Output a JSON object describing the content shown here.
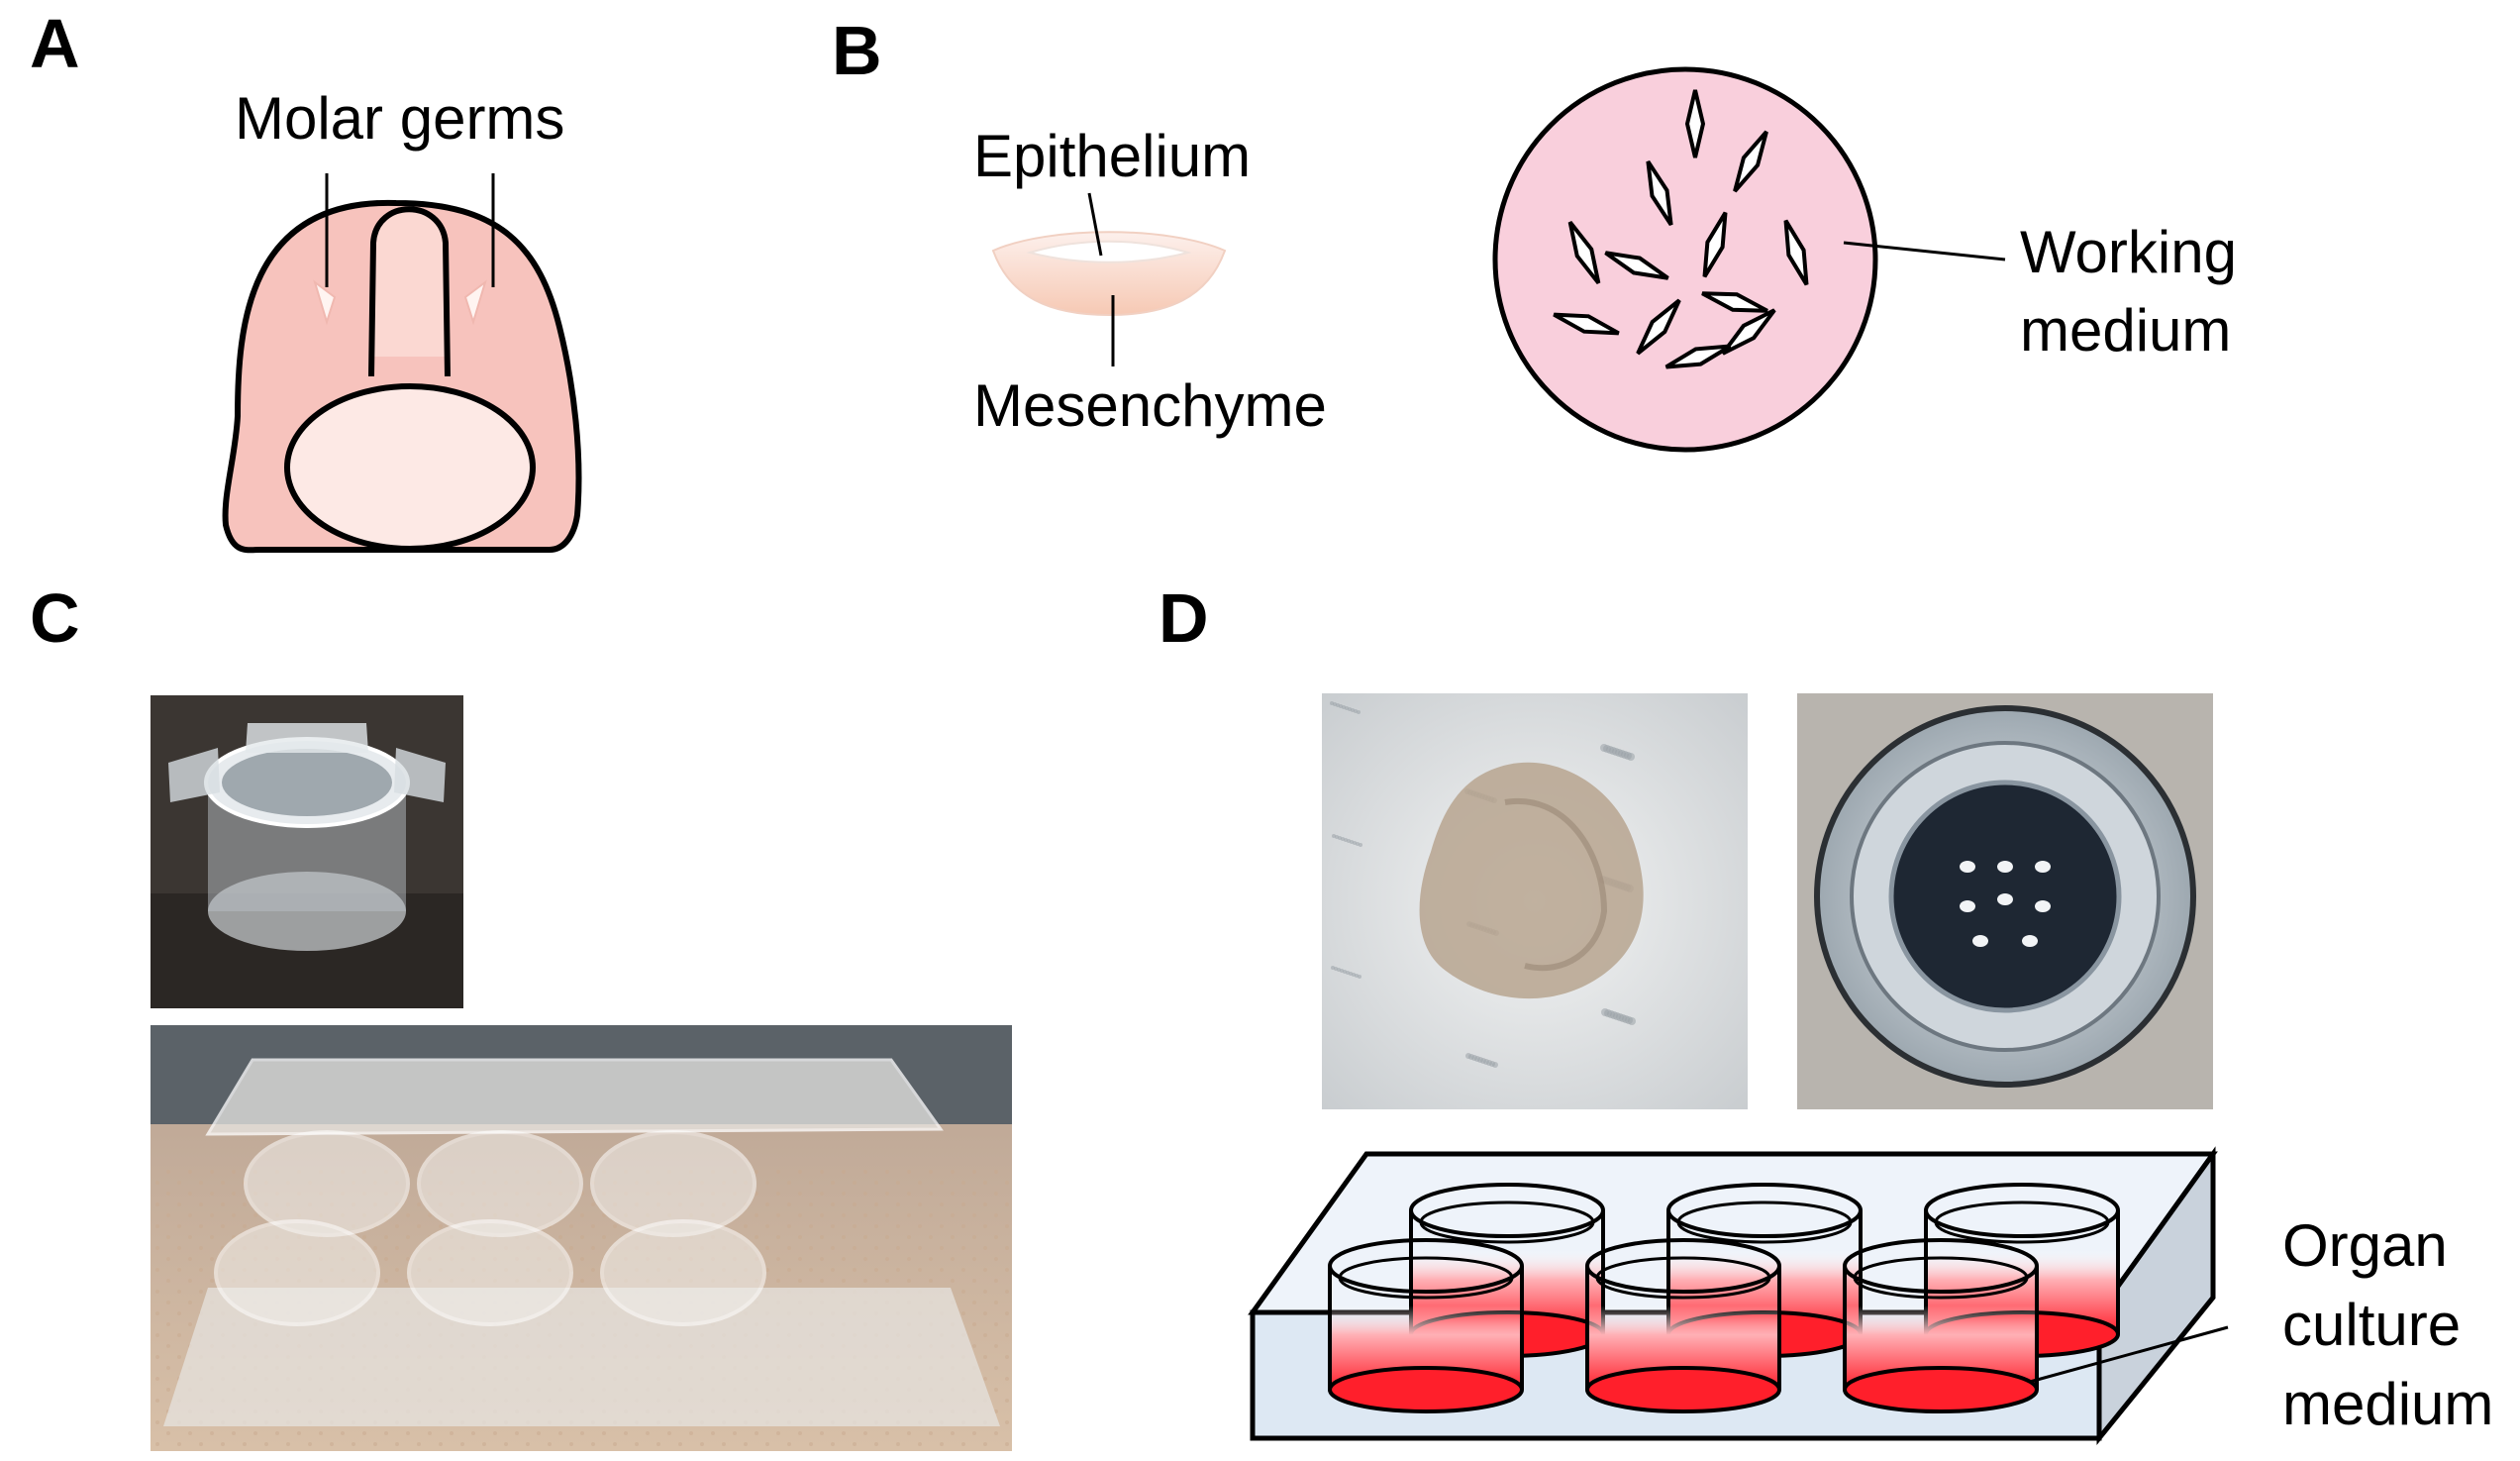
{
  "panels": {
    "a": {
      "letter": "A",
      "label": "Molar germs"
    },
    "b": {
      "letter": "B",
      "epithelium": "Epithelium",
      "mesenchyme": "Mesenchyme",
      "working1": "Working",
      "working2": "medium"
    },
    "c": {
      "letter": "C"
    },
    "d": {
      "letter": "D",
      "organ1": "Organ",
      "organ2": "culture",
      "organ3": "medium"
    }
  },
  "colors": {
    "tissue_pink": "#f7c3bd",
    "tissue_light": "#fde9e5",
    "dish_pink": "#f9cfdc",
    "medium_red": "#ff1f2b",
    "plate_blue": "#dde8f3"
  }
}
